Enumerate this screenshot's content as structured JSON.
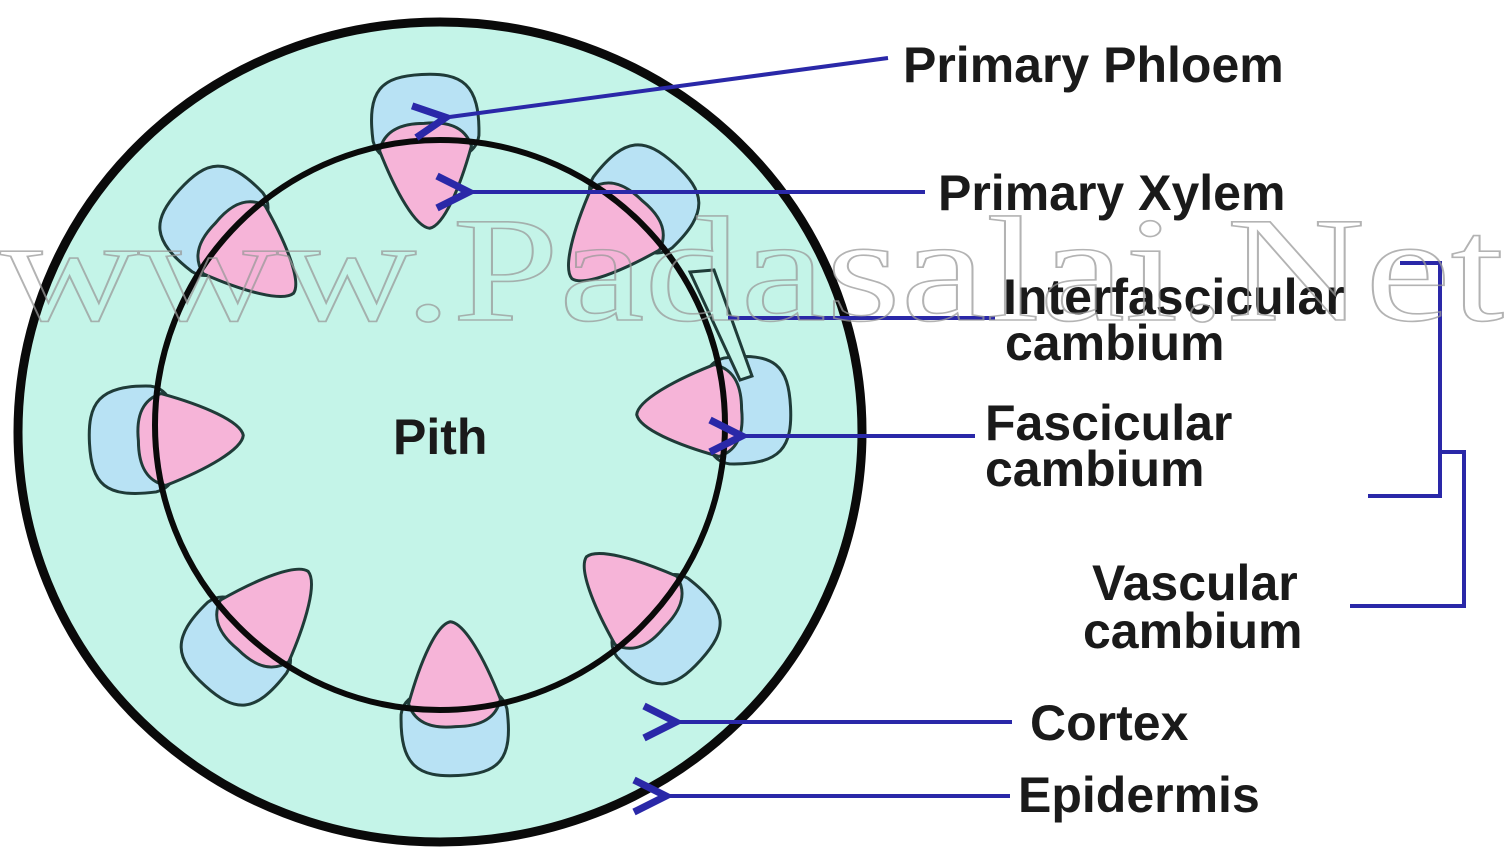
{
  "colors": {
    "cortex": "#c4f4e8",
    "phloem": "#b8e2f4",
    "xylem": "#f6b4d8",
    "outline": "#1f3b38",
    "ring": "#0a0a0a",
    "pointer": "#2a28a8"
  },
  "labels": {
    "pith": "Pith",
    "primary_phloem": "Primary Phloem",
    "primary_xylem": "Primary Xylem",
    "interfascicular_line1": "Interfascicular",
    "interfascicular_line2": "cambium",
    "fascicular_line1": "Fascicular",
    "fascicular_line2": "cambium",
    "vascular_line1": "Vascular",
    "vascular_line2": "cambium",
    "cortex": "Cortex",
    "epidermis": "Epidermis"
  },
  "watermark": "www.Padasalai.Net",
  "vascular_bundle_count": 8
}
